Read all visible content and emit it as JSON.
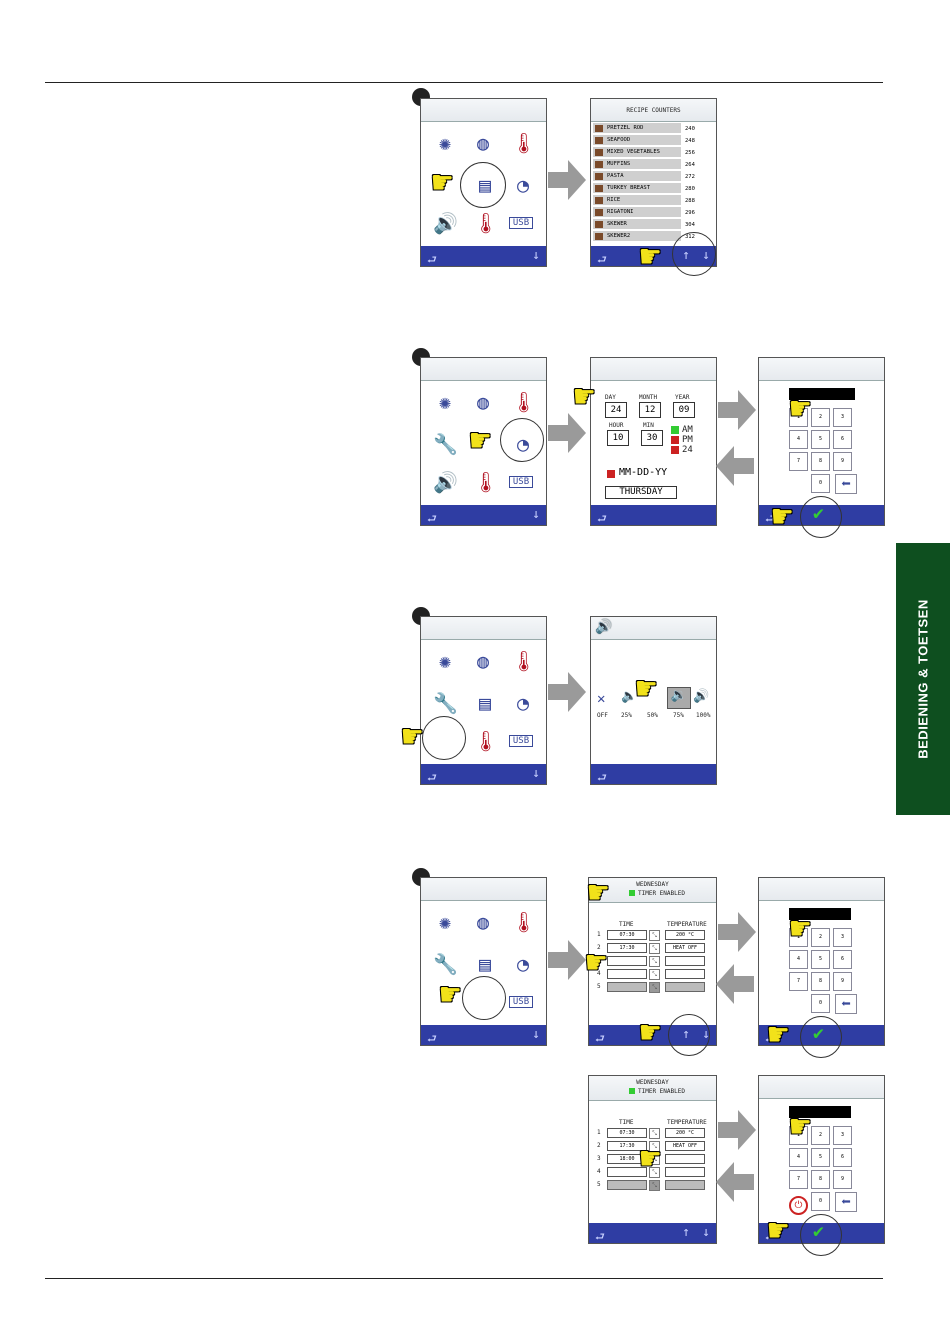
{
  "side_tab": {
    "label": "BEDIENING & TOETSEN"
  },
  "recipe_counters": {
    "title": "RECIPE COUNTERS",
    "items": [
      {
        "name": "PRETZEL ROD",
        "count": "240"
      },
      {
        "name": "SEAFOOD",
        "count": "248"
      },
      {
        "name": "MIXED VEGETABLES",
        "count": "256"
      },
      {
        "name": "MUFFINS",
        "count": "264"
      },
      {
        "name": "PASTA",
        "count": "272"
      },
      {
        "name": "TURKEY BREAST",
        "count": "280"
      },
      {
        "name": "RICE",
        "count": "288"
      },
      {
        "name": "RIGATONI",
        "count": "296"
      },
      {
        "name": "SKEWER",
        "count": "304"
      },
      {
        "name": "SKEWER2",
        "count": "312"
      }
    ]
  },
  "datetime": {
    "day_label": "DAY",
    "day": "24",
    "month_label": "MONTH",
    "month": "12",
    "year_label": "YEAR",
    "year": "09",
    "hour_label": "HOUR",
    "hour": "10",
    "min_label": "MIN",
    "min": "30",
    "am": "AM",
    "pm": "PM",
    "h24": "24",
    "format": "MM-DD-YY",
    "weekday": "THURSDAY"
  },
  "volume": {
    "levels": [
      "OFF",
      "25%",
      "50%",
      "75%",
      "100%"
    ]
  },
  "timer": {
    "day": "WEDNESDAY",
    "enabled_label": "TIMER ENABLED",
    "time_header": "TIME",
    "temp_header": "TEMPERATURE",
    "rows_a": [
      {
        "n": "1",
        "time": "07:30",
        "temp": "200 °C"
      },
      {
        "n": "2",
        "time": "17:30",
        "temp": "HEAT OFF"
      },
      {
        "n": "3",
        "time": "",
        "temp": ""
      },
      {
        "n": "4",
        "time": "",
        "temp": ""
      },
      {
        "n": "5",
        "time": "",
        "temp": ""
      }
    ],
    "rows_b": [
      {
        "n": "1",
        "time": "07:30",
        "temp": "200 °C"
      },
      {
        "n": "2",
        "time": "17:30",
        "temp": "HEAT OFF"
      },
      {
        "n": "3",
        "time": "18:00",
        "temp": ""
      },
      {
        "n": "4",
        "time": "",
        "temp": ""
      },
      {
        "n": "5",
        "time": "",
        "temp": ""
      }
    ]
  },
  "keypad": {
    "keys": [
      "1",
      "2",
      "3",
      "4",
      "5",
      "6",
      "7",
      "8",
      "9",
      "0"
    ]
  },
  "colors": {
    "nav_bar": "#2f3da3",
    "side_tab": "#0e4f1f",
    "hand": "#f2e21a"
  }
}
